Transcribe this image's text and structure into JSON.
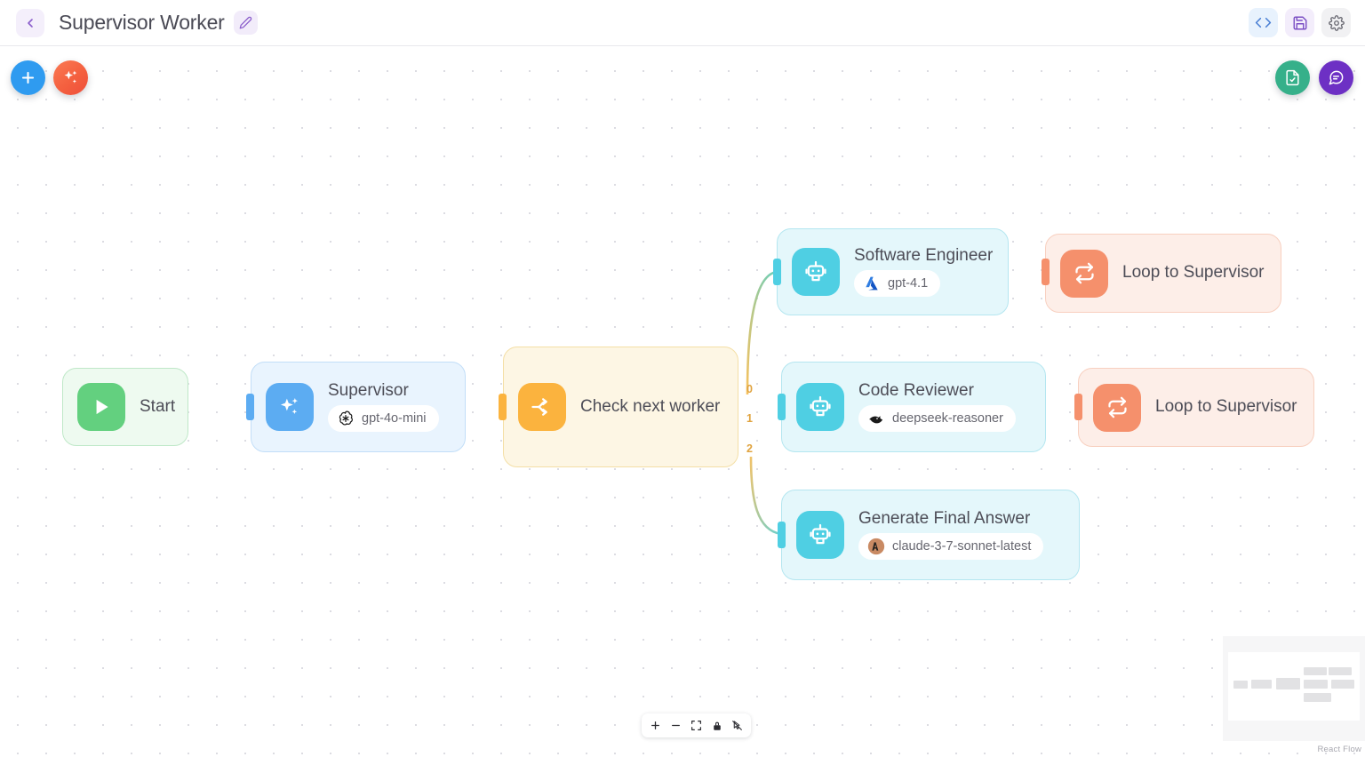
{
  "header": {
    "back_icon": "chevron-left-icon",
    "title": "Supervisor Worker",
    "edit_icon": "pencil-icon",
    "actions": [
      {
        "name": "code-button",
        "icon": "code-brackets-icon",
        "label": "</>"
      },
      {
        "name": "save-button",
        "icon": "floppy-disk-icon",
        "label": "Save"
      },
      {
        "name": "settings-button",
        "icon": "gear-icon",
        "label": "Settings"
      }
    ]
  },
  "fabs": [
    {
      "name": "add-node-button",
      "icon": "plus-icon",
      "color": "#2f9bf0"
    },
    {
      "name": "ai-generate-button",
      "icon": "sparkles-icon",
      "color": "#f4603f"
    },
    {
      "name": "notes-button",
      "icon": "document-check-icon",
      "color": "#36b08a"
    },
    {
      "name": "chat-button",
      "icon": "chat-bubble-icon",
      "color": "#6d30c4"
    }
  ],
  "nodes": {
    "start": {
      "title": "Start",
      "icon": "play-icon"
    },
    "supervisor": {
      "title": "Supervisor",
      "icon": "sparkles-icon",
      "model": "gpt-4o-mini",
      "provider": "openai"
    },
    "check_next_worker": {
      "title": "Check next worker",
      "icon": "branch-icon"
    },
    "software_engineer": {
      "title": "Software Engineer",
      "icon": "robot-icon",
      "model": "gpt-4.1",
      "provider": "azure"
    },
    "code_reviewer": {
      "title": "Code Reviewer",
      "icon": "robot-icon",
      "model": "deepseek-reasoner",
      "provider": "deepseek"
    },
    "generate_final_answer": {
      "title": "Generate Final Answer",
      "icon": "robot-icon",
      "model": "claude-3-7-sonnet-latest",
      "provider": "anthropic"
    },
    "loop_top": {
      "title": "Loop to Supervisor",
      "icon": "repeat-icon"
    },
    "loop_mid": {
      "title": "Loop to Supervisor",
      "icon": "repeat-icon"
    }
  },
  "branch_labels": [
    "0",
    "1",
    "2"
  ],
  "controls": [
    {
      "name": "zoom-in-button",
      "icon": "plus-icon"
    },
    {
      "name": "zoom-out-button",
      "icon": "minus-icon"
    },
    {
      "name": "fit-view-button",
      "icon": "fit-screen-icon"
    },
    {
      "name": "lock-button",
      "icon": "lock-icon"
    },
    {
      "name": "toggle-interactivity-button",
      "icon": "cursor-disabled-icon"
    }
  ],
  "minimap": {
    "attribution": "React Flow"
  },
  "colors": {
    "accent_blue": "#5cacf2",
    "accent_amber": "#fbb33e",
    "accent_cyan": "#4fcfe3",
    "accent_coral": "#f5906c",
    "accent_green": "#63d07f",
    "purple": "#6d30c4"
  }
}
